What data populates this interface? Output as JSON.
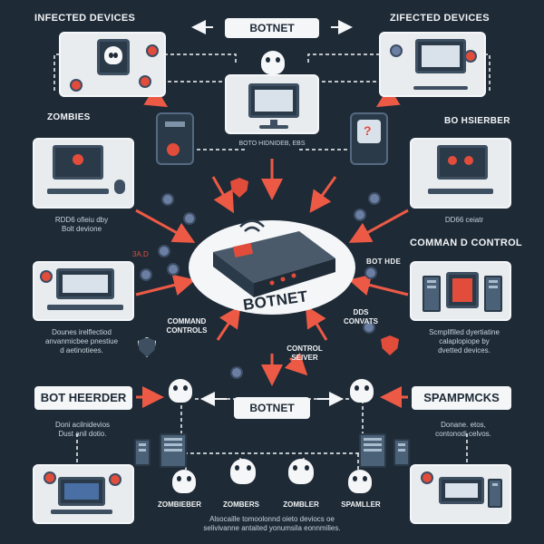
{
  "header": {
    "top_left": "INFECTED DEVICES",
    "top_right": "ZIFECTED DEVICES",
    "top_center": "BOTNET"
  },
  "labels": {
    "zombies": "ZOMBIES",
    "bot_hierber": "BO HSIERBER",
    "bot_hidden": "BOTO HIDNIDEB, EBS",
    "ddos_left": "RDD6 ofieiu dby\nBolt devione",
    "ddos_right": "DD66 ceiatr",
    "command_control": "COMMAN D CONTROL",
    "hub_label": "BOTNET",
    "bot_hde": "BOT HDE",
    "left_caption": "Dounes irelflectiod\nanvanmicbee pnestiue\nd aetinotiees.",
    "command_controls": "COMMAND\nCONTROLS",
    "control_server": "CONTROL\nSEIVER",
    "dds_convats": "DDS\nCONVATS",
    "right_caption": "Scmpllfiled dyertiatine\ncalaplopiope by\ndvetted devices.",
    "bot_heerder": "BOT HEERDER",
    "botnet_lower": "BOTNET",
    "spampmcks": "SPAMPMCKS",
    "lower_left_caption": "Doni acilnidevios\nDust anil dotio.",
    "lower_right_caption": "Donane. etos,\ncontonodi celvos.",
    "bottom_names": [
      "ZOMBIEBER",
      "ZOMBERS",
      "ZOMBLER",
      "SPAMLLER"
    ],
    "footer": "Alsocaille tomoolonnd oieto deviocs oe\nselivivanne antaited yonumsila eonnmilies.",
    "side_small_left": "3A.D"
  },
  "colors": {
    "background": "#1e2a36",
    "accent": "#e24c3b",
    "panel": "#e8ecef",
    "dark": "#2b3a49"
  }
}
